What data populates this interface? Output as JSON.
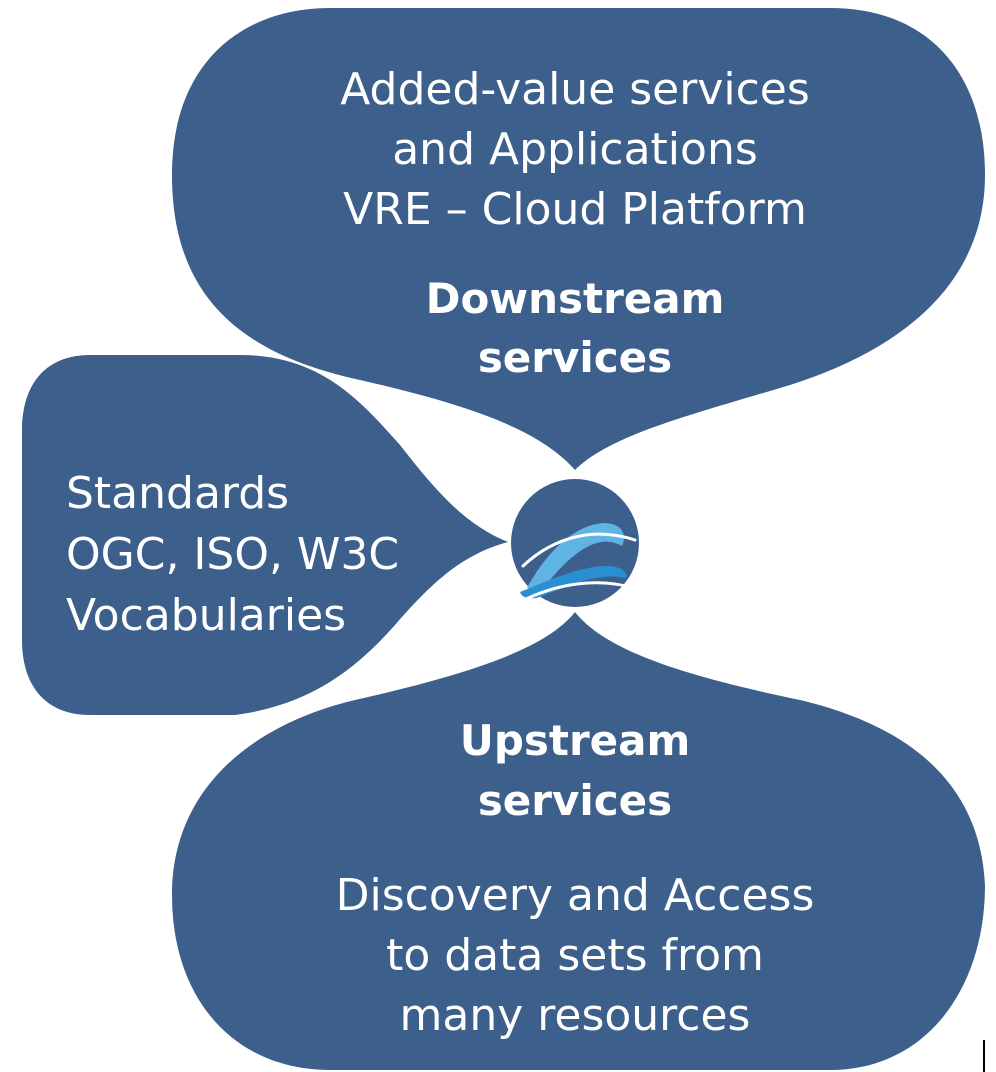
{
  "downstream": {
    "lines": [
      "Added-value services",
      "and Applications",
      "VRE – Cloud Platform"
    ],
    "title_lines": [
      "Downstream",
      "services"
    ]
  },
  "standards": {
    "lines": [
      "Standards",
      "OGC, ISO, W3C",
      "Vocabularies"
    ]
  },
  "upstream": {
    "title_lines": [
      "Upstream",
      "services"
    ],
    "lines": [
      "Discovery and Access",
      "to data sets from",
      "many resources"
    ]
  },
  "colors": {
    "shape_fill": "#3c5f8b",
    "wave_light": "#5fb4e3",
    "wave_mid": "#2a8fd0",
    "text": "#ffffff"
  },
  "logo": {
    "icon": "wave-logo-icon"
  }
}
